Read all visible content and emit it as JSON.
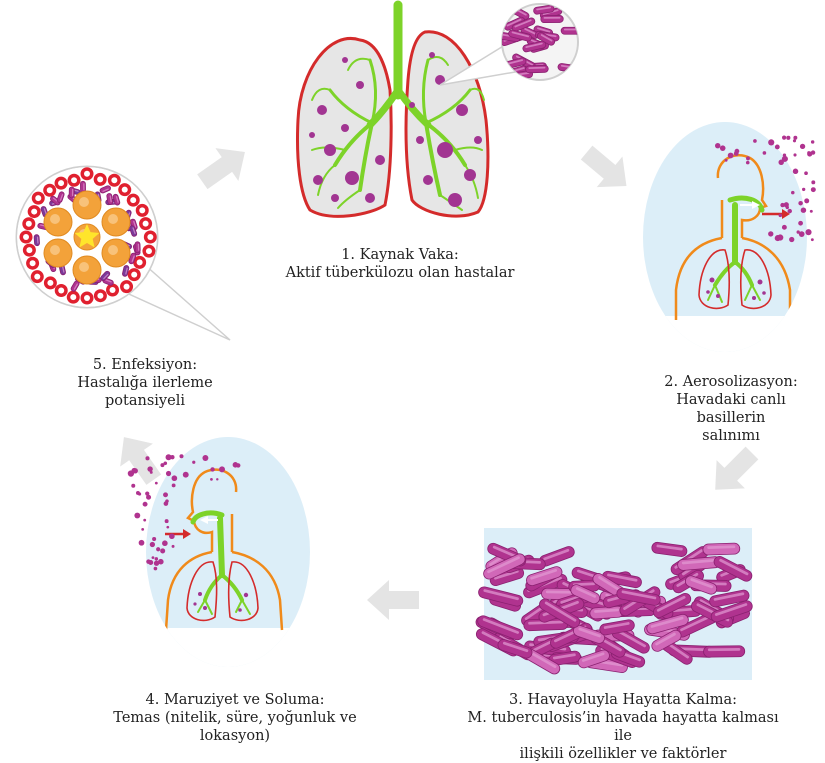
{
  "colors": {
    "background": "#ffffff",
    "lung_outline": "#d42b2b",
    "lung_fill": "#e6e6e6",
    "airway": "#7dd329",
    "bacilli": "#b0338f",
    "bacilli_light": "#d168b8",
    "bubble_bg": "#dceef8",
    "body_outline": "#f08a1a",
    "arrow": "#e4e4e4",
    "granuloma_orange": "#f3a23a",
    "granuloma_core": "#ffe52b",
    "rbc_red": "#e0202f"
  },
  "stages": [
    {
      "id": "source-case",
      "title": "1. Kaynak Vaka:",
      "lines": [
        "Aktif tüberkülozu olan hastalar"
      ]
    },
    {
      "id": "aerosolization",
      "title": "2. Aerosolizasyon:",
      "lines": [
        "Havadaki canlı basillerin",
        "salınımı"
      ]
    },
    {
      "id": "airborne-survival",
      "title": "3. Havayoluyla Hayatta Kalma:",
      "lines": [
        "M. tuberculosis’in havada hayatta kalması ile",
        "ilişkili özellikler ve faktörler"
      ]
    },
    {
      "id": "exposure",
      "title": "4. Maruziyet ve Soluma:",
      "lines": [
        "Temas (nitelik, süre, yoğunluk ve",
        "lokasyon)"
      ]
    },
    {
      "id": "infection",
      "title": "5. Enfeksiyon:",
      "lines": [
        "Hastalığa ilerleme",
        "potansiyeli"
      ]
    }
  ],
  "arrows": [
    {
      "from": "source-case",
      "to": "aerosolization",
      "icon": "arrow-down-right-icon"
    },
    {
      "from": "aerosolization",
      "to": "airborne-survival",
      "icon": "arrow-down-left-icon"
    },
    {
      "from": "airborne-survival",
      "to": "exposure",
      "icon": "arrow-left-icon"
    },
    {
      "from": "exposure",
      "to": "infection",
      "icon": "arrow-up-left-icon"
    },
    {
      "from": "infection",
      "to": "source-case",
      "icon": "arrow-up-right-icon"
    }
  ]
}
